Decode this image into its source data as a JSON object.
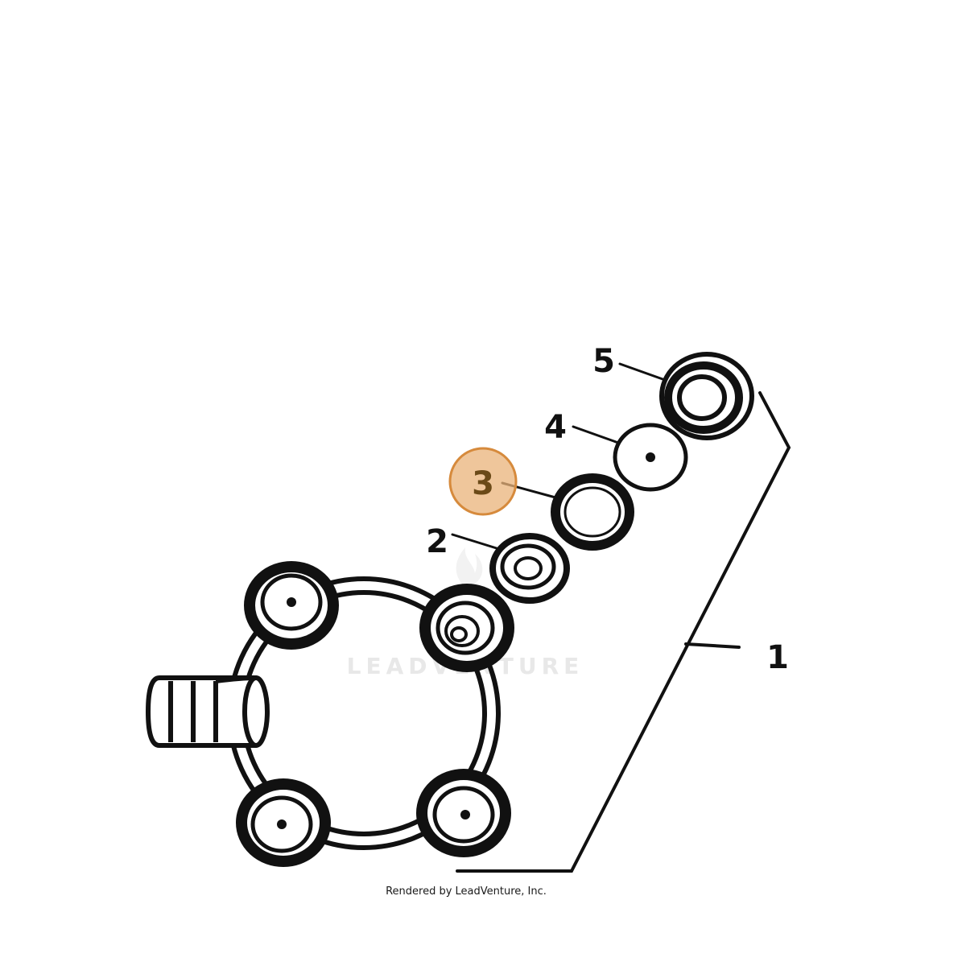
{
  "callouts": [
    {
      "id": "1",
      "label": "1",
      "highlighted": false
    },
    {
      "id": "2",
      "label": "2",
      "highlighted": false
    },
    {
      "id": "3",
      "label": "3",
      "highlighted": true
    },
    {
      "id": "4",
      "label": "4",
      "highlighted": false
    },
    {
      "id": "5",
      "label": "5",
      "highlighted": false
    }
  ],
  "watermark": "LEADVENTURE",
  "credit": "Rendered by LeadVenture, Inc.",
  "colors": {
    "ink": "#111111",
    "highlight_fill": "#e9b37a",
    "highlight_stroke": "#d68a3c",
    "highlight_text": "#6b4a18",
    "watermark": "#e8e8e8"
  }
}
